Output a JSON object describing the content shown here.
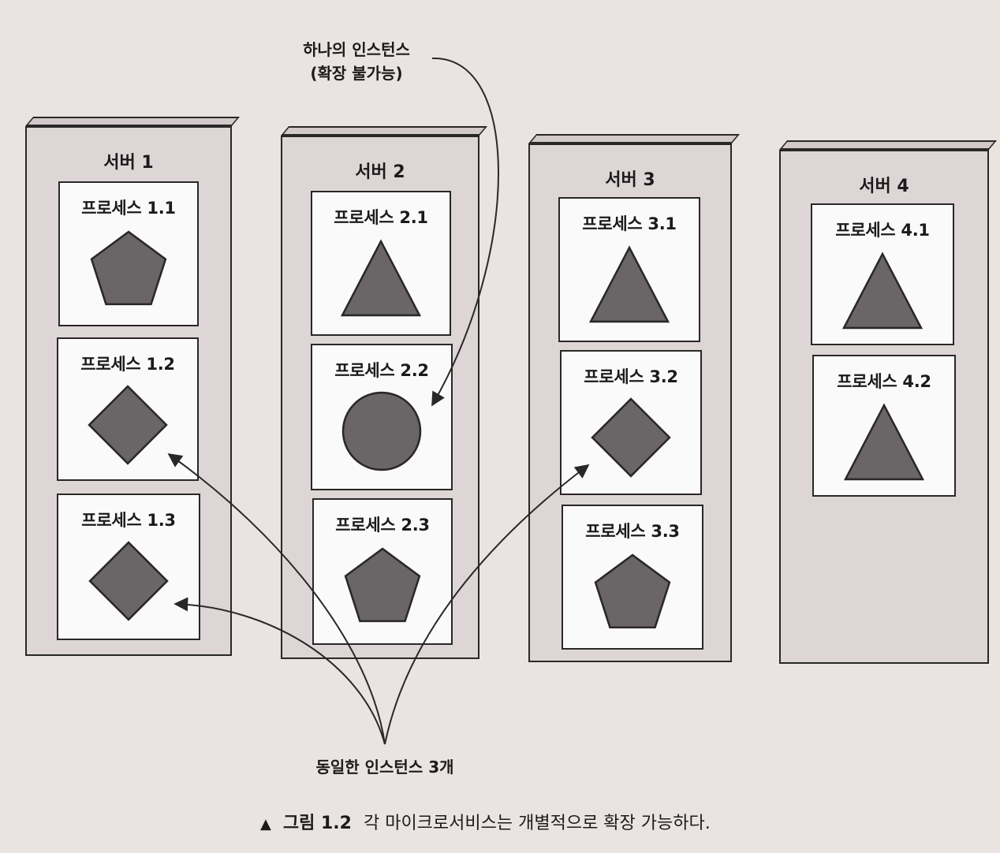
{
  "annotations": {
    "single_line1": "하나의 인스턴스",
    "single_line2": "(확장 불가능)",
    "three": "동일한 인스턴스 3개"
  },
  "caption": {
    "number": "그림 1.2",
    "text": "각 마이크로서비스는 개별적으로 확장 가능하다."
  },
  "colors": {
    "shape_fill": "#6a6566",
    "line": "#2a2727"
  },
  "servers": [
    {
      "title": "서버 1",
      "processes": [
        {
          "label": "프로세스 1.1",
          "shape": "pentagon"
        },
        {
          "label": "프로세스 1.2",
          "shape": "diamond"
        },
        {
          "label": "프로세스 1.3",
          "shape": "diamond"
        }
      ]
    },
    {
      "title": "서버 2",
      "processes": [
        {
          "label": "프로세스 2.1",
          "shape": "triangle"
        },
        {
          "label": "프로세스 2.2",
          "shape": "circle"
        },
        {
          "label": "프로세스 2.3",
          "shape": "pentagon"
        }
      ]
    },
    {
      "title": "서버 3",
      "processes": [
        {
          "label": "프로세스 3.1",
          "shape": "triangle"
        },
        {
          "label": "프로세스 3.2",
          "shape": "diamond"
        },
        {
          "label": "프로세스 3.3",
          "shape": "pentagon"
        }
      ]
    },
    {
      "title": "서버 4",
      "processes": [
        {
          "label": "프로세스 4.1",
          "shape": "triangle"
        },
        {
          "label": "프로세스 4.2",
          "shape": "triangle"
        }
      ]
    }
  ]
}
